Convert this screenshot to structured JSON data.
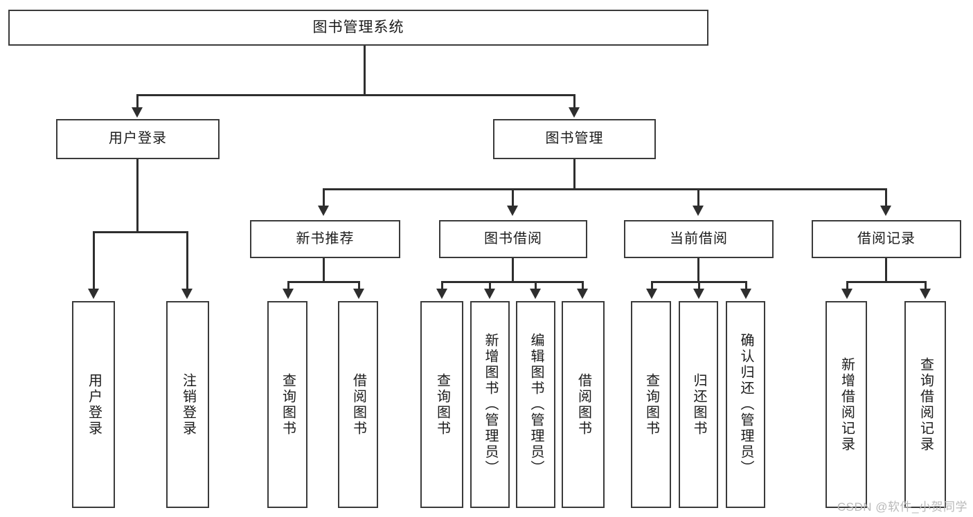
{
  "diagram": {
    "kind": "hierarchy-tree",
    "root": {
      "label": "图书管理系统"
    },
    "level1": [
      {
        "label": "用户登录"
      },
      {
        "label": "图书管理"
      }
    ],
    "level2": [
      {
        "label": "新书推荐"
      },
      {
        "label": "图书借阅"
      },
      {
        "label": "当前借阅"
      },
      {
        "label": "借阅记录"
      }
    ],
    "leaves": {
      "user_login": [
        {
          "label": "用户登录"
        },
        {
          "label": "注销登录"
        }
      ],
      "new_book": [
        {
          "label": "查询图书"
        },
        {
          "label": "借阅图书"
        }
      ],
      "borrow_book": [
        {
          "label": "查询图书"
        },
        {
          "label": "新增图书（管理员）"
        },
        {
          "label": "编辑图书（管理员）"
        },
        {
          "label": "借阅图书"
        }
      ],
      "current_borrow": [
        {
          "label": "查询图书"
        },
        {
          "label": "归还图书"
        },
        {
          "label": "确认归还（管理员）"
        }
      ],
      "borrow_record": [
        {
          "label": "新增借阅记录"
        },
        {
          "label": "查询借阅记录"
        }
      ]
    }
  },
  "watermark": {
    "text": "CSDN @软件_小贺同学"
  },
  "colors": {
    "box_border": "#3a3a3a",
    "line": "#2e2e2e",
    "background": "#ffffff",
    "text": "#1b1b1b",
    "watermark": "#b9b9b9"
  }
}
